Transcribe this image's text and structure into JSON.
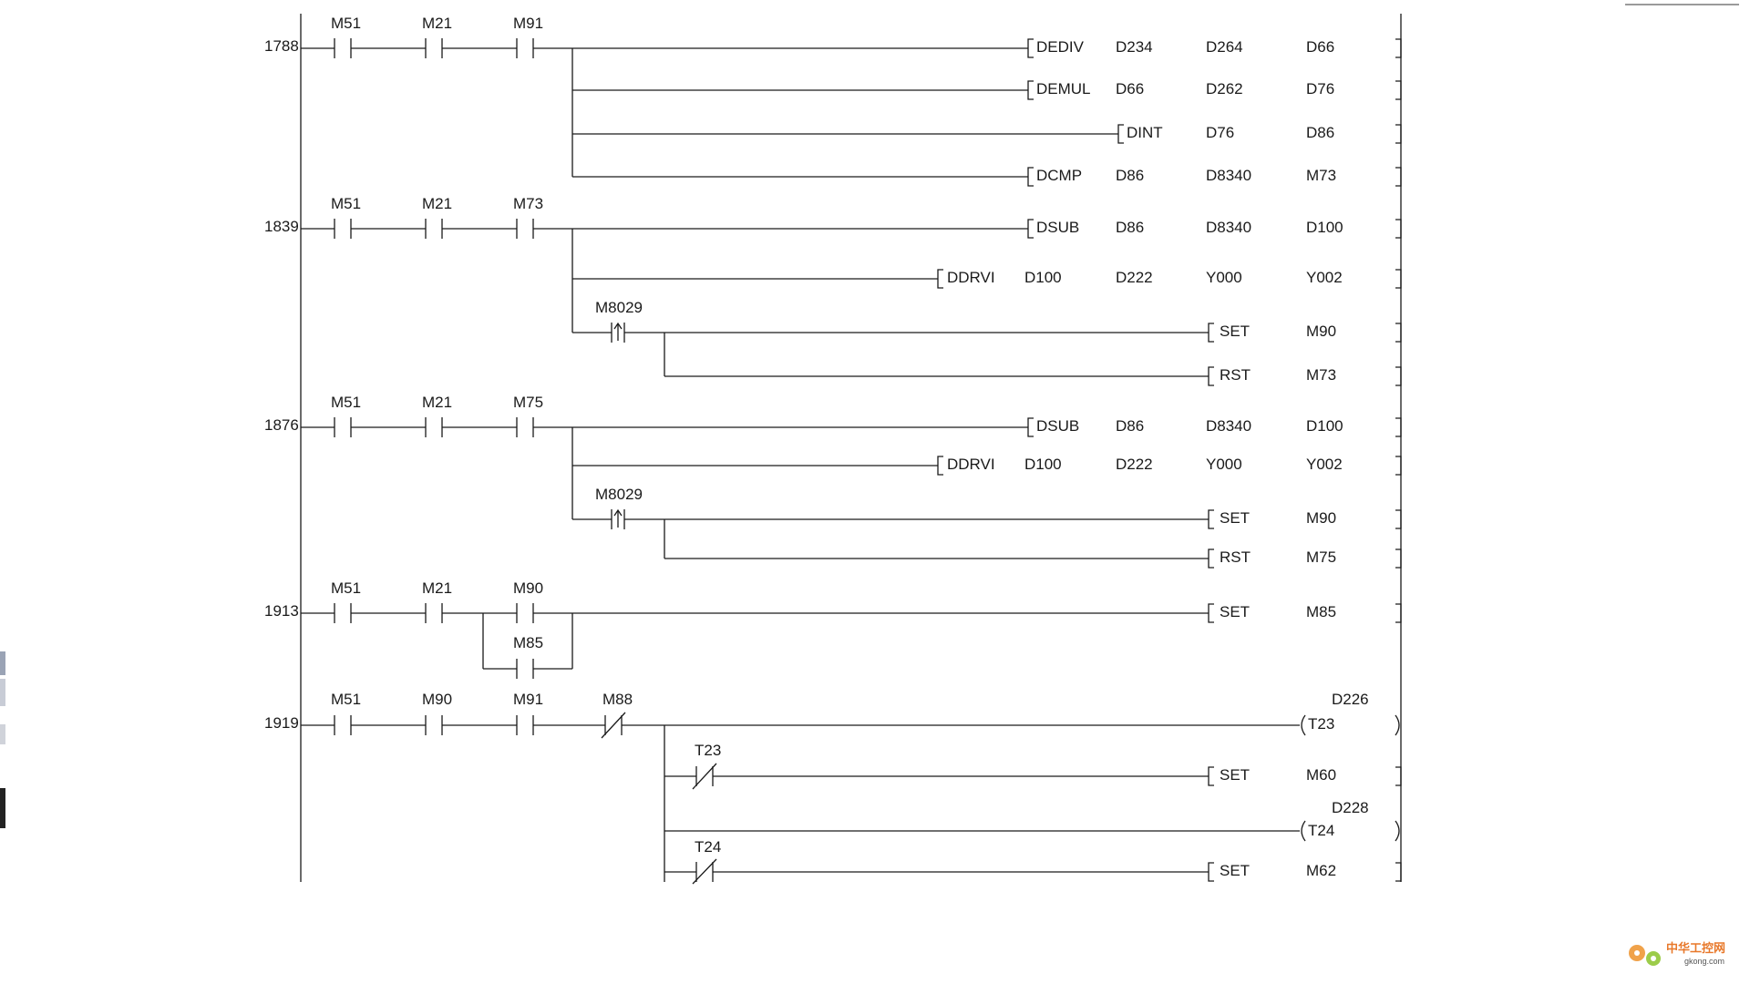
{
  "rungs": [
    {
      "step": "1788",
      "contacts": [
        {
          "label": "M51",
          "kind": "no"
        },
        {
          "label": "M21",
          "kind": "no"
        },
        {
          "label": "M91",
          "kind": "no"
        }
      ],
      "outputs": [
        {
          "op": "DEDIV",
          "args": [
            "D234",
            "D264",
            "D66"
          ]
        },
        {
          "op": "DEMUL",
          "args": [
            "D66",
            "D262",
            "D76"
          ]
        },
        {
          "op": "DINT",
          "args": [
            "D76",
            "D86"
          ]
        },
        {
          "op": "DCMP",
          "args": [
            "D86",
            "D8340",
            "M73"
          ]
        }
      ]
    },
    {
      "step": "1839",
      "contacts": [
        {
          "label": "M51",
          "kind": "no"
        },
        {
          "label": "M21",
          "kind": "no"
        },
        {
          "label": "M73",
          "kind": "no"
        }
      ],
      "outputs": [
        {
          "op": "DSUB",
          "args": [
            "D86",
            "D8340",
            "D100"
          ]
        },
        {
          "op": "DDRVI",
          "args": [
            "D100",
            "D222",
            "Y000",
            "Y002"
          ]
        },
        {
          "op": "SET",
          "args": [
            "M90"
          ],
          "via": "M8029"
        },
        {
          "op": "RST",
          "args": [
            "M73"
          ]
        }
      ]
    },
    {
      "step": "1876",
      "contacts": [
        {
          "label": "M51",
          "kind": "no"
        },
        {
          "label": "M21",
          "kind": "no"
        },
        {
          "label": "M75",
          "kind": "no"
        }
      ],
      "outputs": [
        {
          "op": "DSUB",
          "args": [
            "D86",
            "D8340",
            "D100"
          ]
        },
        {
          "op": "DDRVI",
          "args": [
            "D100",
            "D222",
            "Y000",
            "Y002"
          ]
        },
        {
          "op": "SET",
          "args": [
            "M90"
          ],
          "via": "M8029"
        },
        {
          "op": "RST",
          "args": [
            "M75"
          ]
        }
      ]
    },
    {
      "step": "1913",
      "contacts": [
        {
          "label": "M51",
          "kind": "no"
        },
        {
          "label": "M21",
          "kind": "no"
        },
        {
          "label": "M90",
          "kind": "no"
        },
        {
          "label": "M85",
          "kind": "no",
          "parallel": true
        }
      ],
      "outputs": [
        {
          "op": "SET",
          "args": [
            "M85"
          ]
        }
      ]
    },
    {
      "step": "1919",
      "contacts": [
        {
          "label": "M51",
          "kind": "no"
        },
        {
          "label": "M90",
          "kind": "no"
        },
        {
          "label": "M91",
          "kind": "no"
        },
        {
          "label": "M88",
          "kind": "nc"
        }
      ],
      "outputs": [
        {
          "op": "T23",
          "coil": true,
          "preset": "D226"
        },
        {
          "op": "SET",
          "args": [
            "M60"
          ],
          "via": "T23",
          "via_kind": "nc"
        },
        {
          "op": "T24",
          "coil": true,
          "preset": "D228"
        },
        {
          "op": "SET",
          "args": [
            "M62"
          ],
          "via": "T24",
          "via_kind": "nc"
        }
      ]
    }
  ],
  "watermark": {
    "text": "中华工控网",
    "sub": "gkong.com"
  }
}
